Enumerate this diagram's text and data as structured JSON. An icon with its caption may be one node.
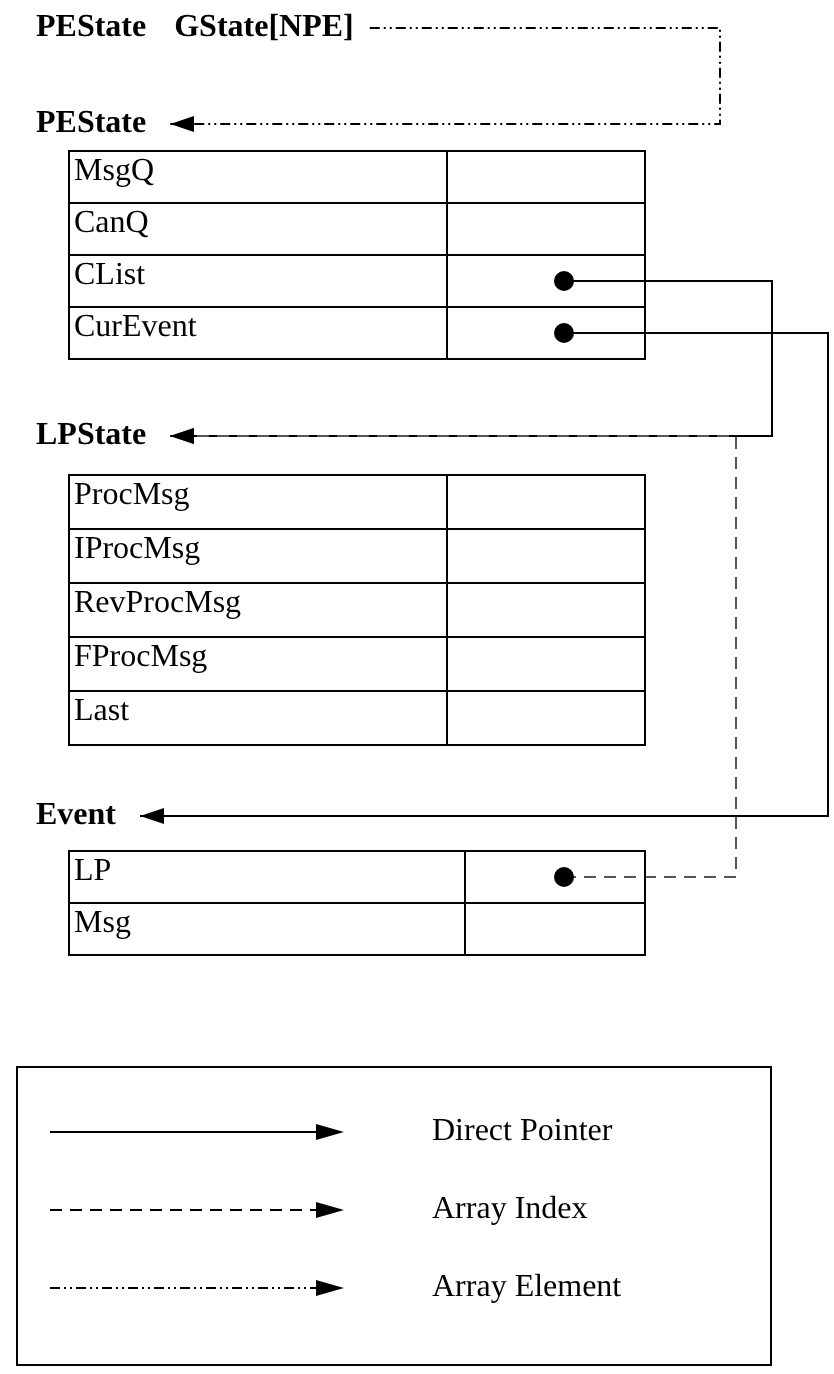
{
  "diagram": {
    "nodes": [
      {
        "text": [
          "PEState",
          "GState[NPE]"
        ]
      },
      {
        "text": [
          "PEState"
        ]
      },
      {
        "text": [
          "MsgQ"
        ]
      },
      {
        "text": [
          "CanQ"
        ]
      },
      {
        "text": [
          "CList"
        ]
      },
      {
        "text": [
          "CurEvent"
        ]
      },
      {
        "text": [
          "LPState"
        ]
      },
      {
        "text": [
          "ProcMsg"
        ]
      },
      {
        "text": [
          "IProcMsg"
        ]
      },
      {
        "text": [
          "RevProcMsg"
        ]
      },
      {
        "text": [
          "FProcMsg"
        ]
      },
      {
        "text": [
          "Last"
        ]
      },
      {
        "text": [
          "Event"
        ]
      },
      {
        "text": [
          "LP"
        ]
      },
      {
        "text": [
          "Msg"
        ]
      }
    ],
    "edges": [
      {
        "from": 0,
        "to": 1,
        "arrow": "to",
        "style": "dashed"
      },
      {
        "from": 4,
        "to": 6,
        "arrow": "to"
      },
      {
        "from": 5,
        "to": 12,
        "arrow": "to"
      },
      {
        "from": 13,
        "to": 6,
        "arrow": "to",
        "style": "dashed",
        "color": "#555555"
      }
    ],
    "legend": [
      {
        "text": "Direct Pointer"
      },
      {
        "text": "Array Index"
      },
      {
        "text": "Array Element"
      }
    ]
  }
}
